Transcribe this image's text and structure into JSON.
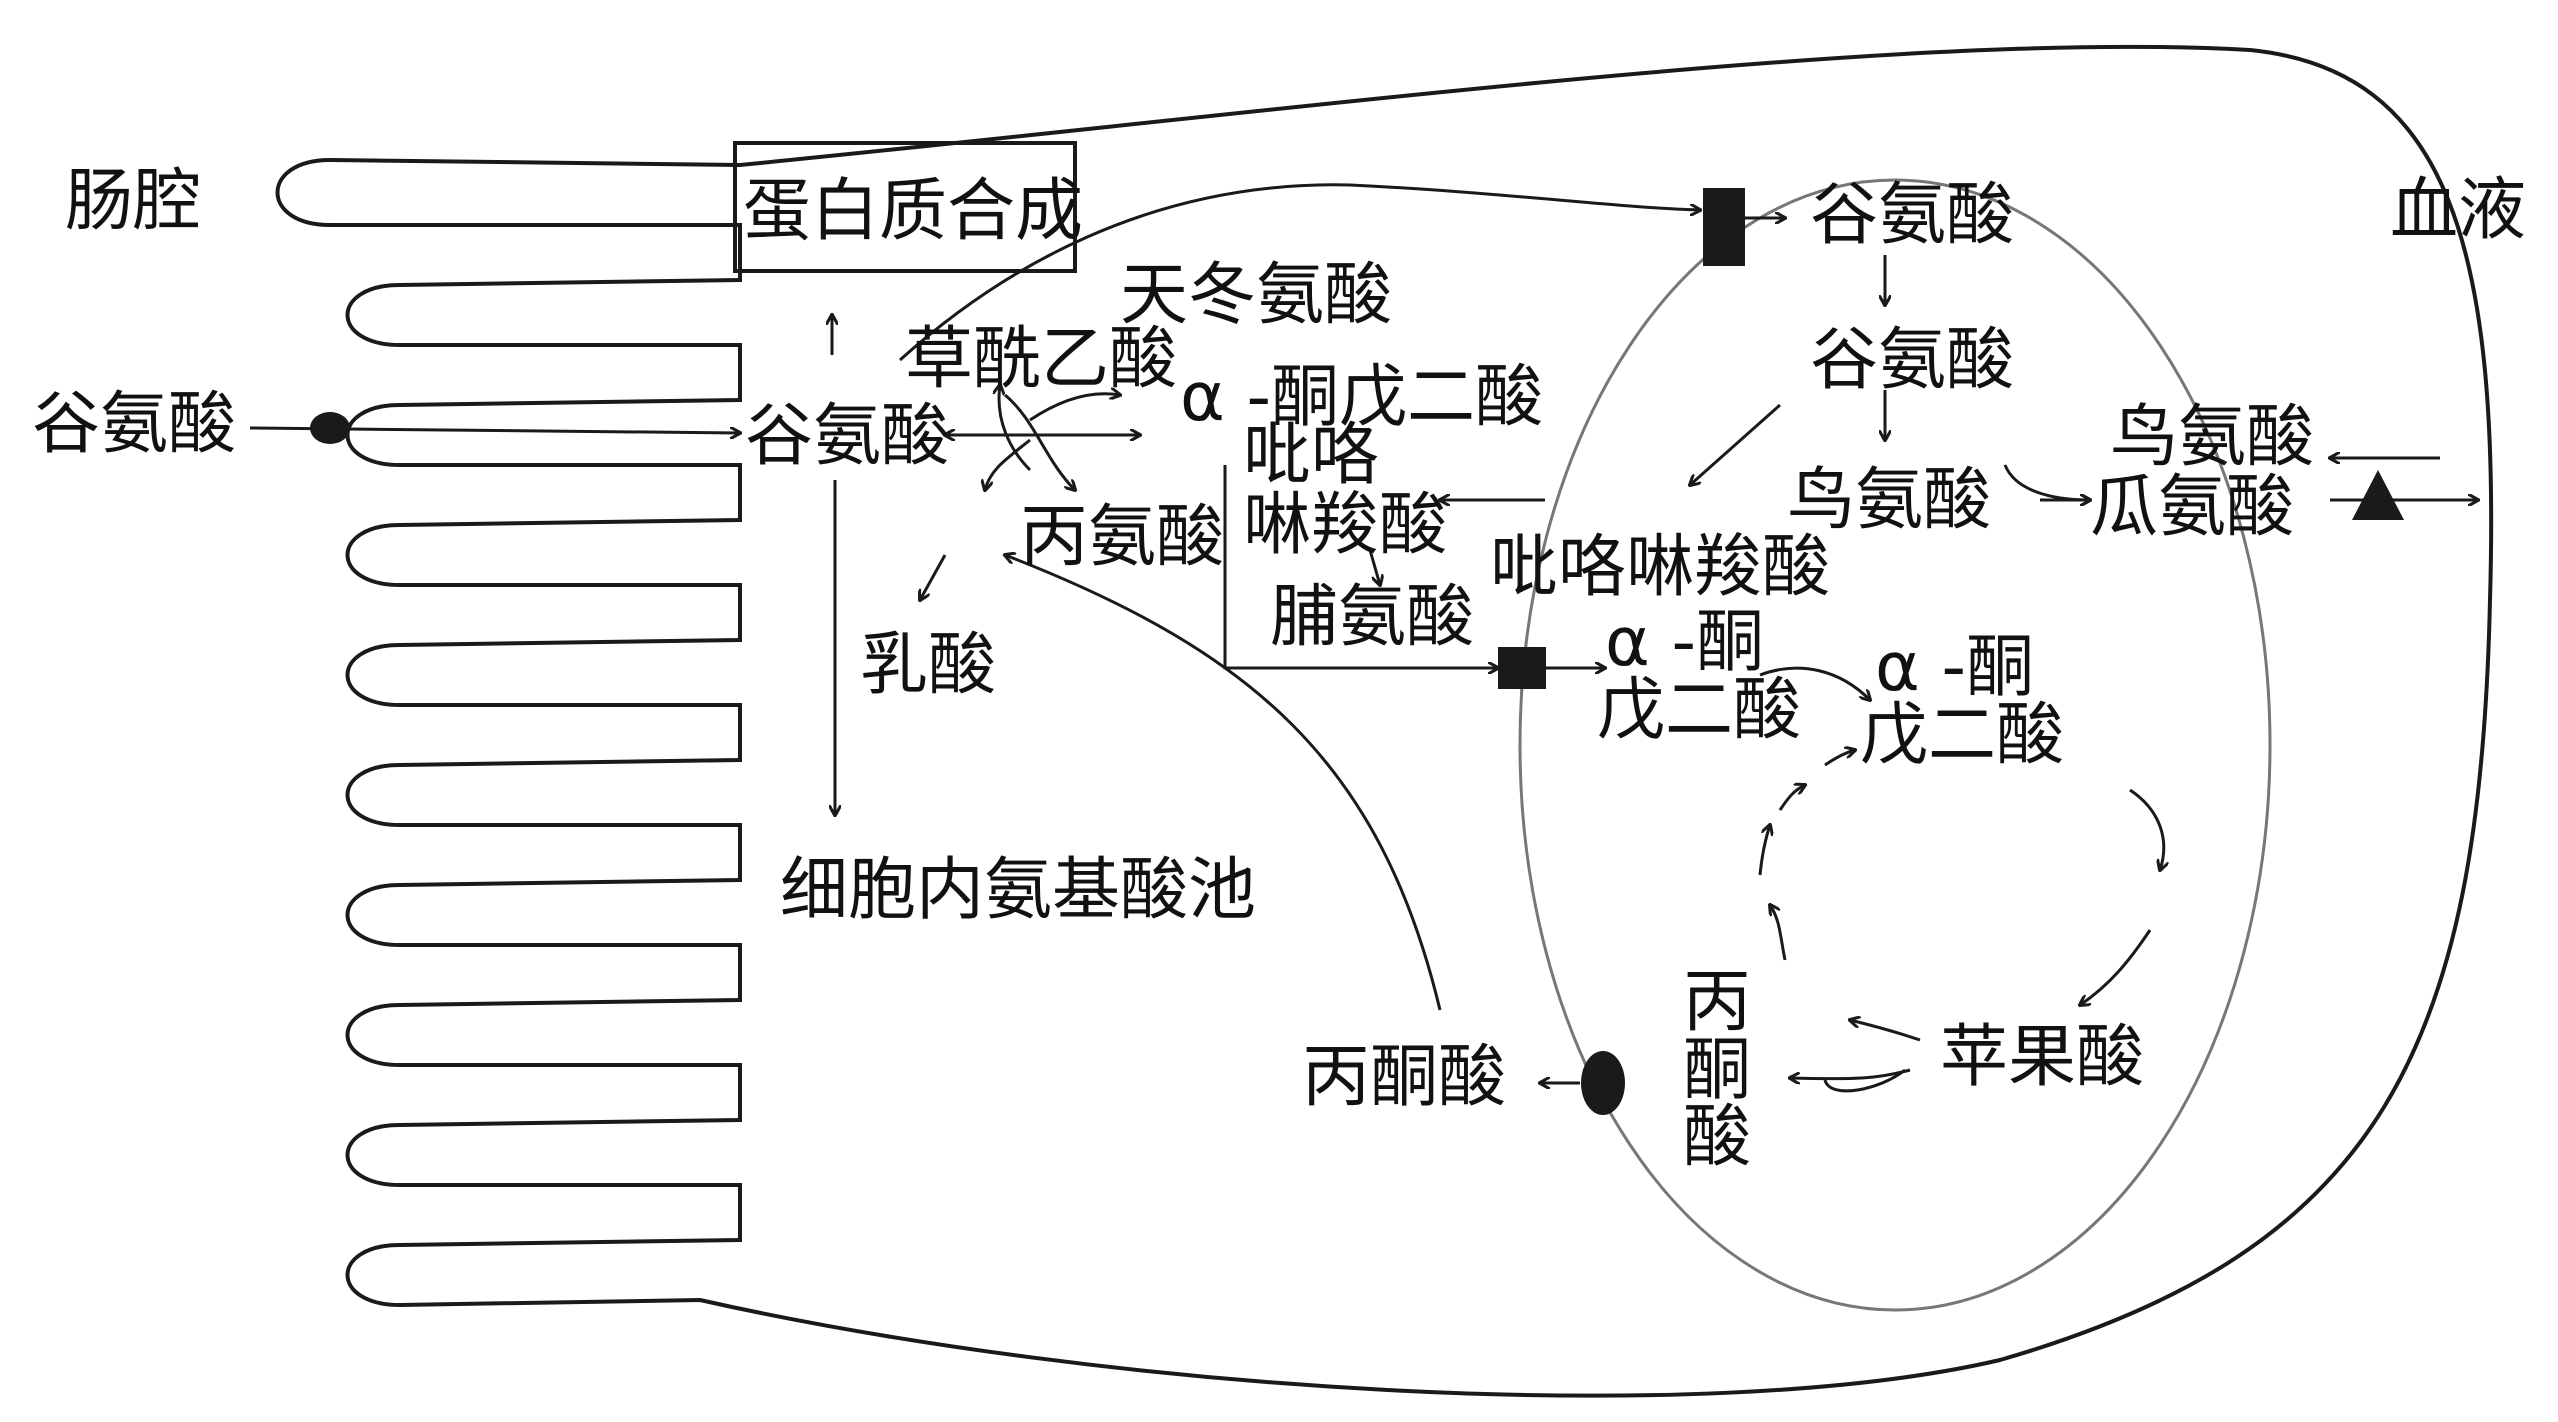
{
  "labels": {
    "lumen": "肠腔",
    "blood": "血液",
    "glu_lumen": "谷氨酸",
    "protein_synthesis": "蛋白质合成",
    "glu_cell": "谷氨酸",
    "oxaloacetate": "草酰乙酸",
    "aspartate": "天冬氨酸",
    "akg_cyto": "α -酮戊二酸",
    "alanine": "丙氨酸",
    "lactate": "乳酸",
    "aa_pool": "细胞内氨基酸池",
    "p5c_cyto_1": "吡咯",
    "p5c_cyto_2": "啉羧酸",
    "proline": "脯氨酸",
    "pyruvate_cyto": "丙酮酸",
    "glu_mito_top": "谷氨酸",
    "glu_mito": "谷氨酸",
    "ornithine_mito": "鸟氨酸",
    "p5c_mito": "吡咯啉羧酸",
    "akg_mito_a_1": "α -酮",
    "akg_mito_a_2": "戊二酸",
    "akg_mito_b_1": "α -酮",
    "akg_mito_b_2": "戊二酸",
    "pyruvate_mito_1": "丙",
    "pyruvate_mito_2": "酮",
    "pyruvate_mito_3": "酸",
    "malate": "苹果酸",
    "ornithine_out": "鸟氨酸",
    "citrulline": "瓜氨酸"
  },
  "colors": {
    "stroke": "#1a1a1a",
    "mito_outline": "#777777"
  }
}
